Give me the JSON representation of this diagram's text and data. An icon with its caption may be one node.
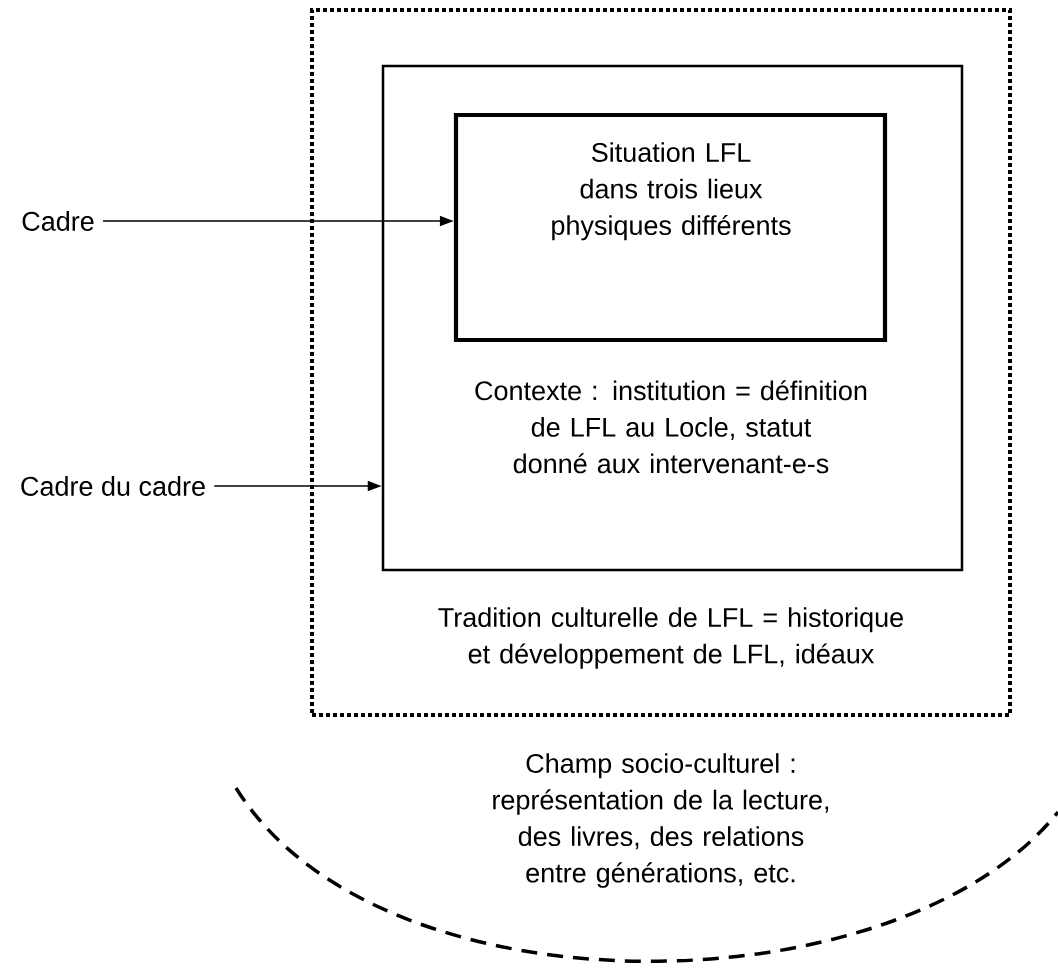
{
  "diagram": {
    "nodes": [
      {
        "text": [
          "Tradition culturelle de LFL = historique et développement de LFL, idéaux"
        ]
      },
      {
        "text": [
          "Contexte : institution = définition de LFL au Locle, statut donné aux intervenant-e-s"
        ],
        "in": 0
      },
      {
        "text": [
          "Situation LFL dans trois lieux physiques différents"
        ],
        "in": 1
      },
      {
        "text": [
          "Cadre"
        ]
      },
      {
        "text": [
          "Cadre du cadre"
        ]
      },
      {
        "text": [
          "Champ socio-culturel : représentation de la lecture, des livres, des relations entre générations, etc."
        ]
      }
    ],
    "edges": [
      {
        "from": 3,
        "to": 2,
        "arrow": "to"
      },
      {
        "from": 4,
        "to": 1,
        "arrow": "to"
      }
    ]
  }
}
